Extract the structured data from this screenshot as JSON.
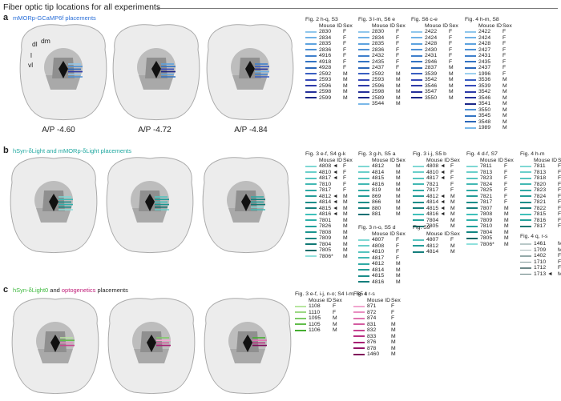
{
  "title": "Fiber optic tip locations for all experiments",
  "panels": [
    {
      "letter": "a",
      "title": "mMORp-GCaMP6f placements",
      "title_color": "#2a6fd8",
      "ap_labels": [
        "A/P -4.60",
        "A/P -4.72",
        "A/P -4.84"
      ],
      "region_labels": [
        "dl",
        "dm",
        "l",
        "vl"
      ],
      "tables": [
        {
          "title": "Fig. 2 h-q, S3",
          "cols": [
            "Mouse ID",
            "Sex"
          ],
          "rows": [
            {
              "id": "2830",
              "sex": "F",
              "c": "#8fc6ec"
            },
            {
              "id": "2834",
              "sex": "F",
              "c": "#6fb1e6"
            },
            {
              "id": "2835",
              "sex": "F",
              "c": "#5da2df"
            },
            {
              "id": "2836",
              "sex": "F",
              "c": "#4f92d6"
            },
            {
              "id": "4916",
              "sex": "F",
              "c": "#3f80cc"
            },
            {
              "id": "4918",
              "sex": "F",
              "c": "#3374c3"
            },
            {
              "id": "4928",
              "sex": "F",
              "c": "#2a66b8"
            },
            {
              "id": "2592",
              "sex": "M",
              "c": "#3a5fc2"
            },
            {
              "id": "2593",
              "sex": "M",
              "c": "#3649b8"
            },
            {
              "id": "2596",
              "sex": "M",
              "c": "#2d3aa8"
            },
            {
              "id": "2598",
              "sex": "M",
              "c": "#24309a"
            },
            {
              "id": "2599",
              "sex": "M",
              "c": "#1b2688"
            }
          ]
        },
        {
          "title": "Fig. 3 l-m, S6 e",
          "cols": [
            "Mouse ID",
            "Sex"
          ],
          "rows": [
            {
              "id": "2830",
              "sex": "F",
              "c": "#8fc6ec"
            },
            {
              "id": "2834",
              "sex": "F",
              "c": "#6fb1e6"
            },
            {
              "id": "2835",
              "sex": "F",
              "c": "#5da2df"
            },
            {
              "id": "2836",
              "sex": "F",
              "c": "#4f92d6"
            },
            {
              "id": "2432",
              "sex": "F",
              "c": "#3f80cc"
            },
            {
              "id": "2435",
              "sex": "F",
              "c": "#3374c3"
            },
            {
              "id": "2437",
              "sex": "F",
              "c": "#2a66b8"
            },
            {
              "id": "2592",
              "sex": "M",
              "c": "#3a5fc2"
            },
            {
              "id": "2593",
              "sex": "M",
              "c": "#3649b8"
            },
            {
              "id": "2596",
              "sex": "M",
              "c": "#2d3aa8"
            },
            {
              "id": "2598",
              "sex": "M",
              "c": "#24309a"
            },
            {
              "id": "2589",
              "sex": "M",
              "c": "#1b2688"
            },
            {
              "id": "3544",
              "sex": "M",
              "c": "#7ab8e8"
            }
          ]
        },
        {
          "title": "Fig. S6 c-e",
          "cols": [
            "Mouse ID",
            "Sex"
          ],
          "rows": [
            {
              "id": "2422",
              "sex": "F",
              "c": "#8fc6ec"
            },
            {
              "id": "2424",
              "sex": "F",
              "c": "#6fb1e6"
            },
            {
              "id": "2428",
              "sex": "F",
              "c": "#5da2df"
            },
            {
              "id": "2430",
              "sex": "F",
              "c": "#4f92d6"
            },
            {
              "id": "2431",
              "sex": "F",
              "c": "#3f80cc"
            },
            {
              "id": "2946",
              "sex": "F",
              "c": "#3374c3"
            },
            {
              "id": "2837",
              "sex": "M",
              "c": "#2a66b8"
            },
            {
              "id": "3539",
              "sex": "M",
              "c": "#3a5fc2"
            },
            {
              "id": "3542",
              "sex": "M",
              "c": "#3649b8"
            },
            {
              "id": "3546",
              "sex": "M",
              "c": "#2d3aa8"
            },
            {
              "id": "3547",
              "sex": "M",
              "c": "#24309a"
            },
            {
              "id": "3550",
              "sex": "M",
              "c": "#1b2688"
            }
          ]
        },
        {
          "title": "Fig. 4 h-m, S8",
          "cols": [
            "Mouse ID",
            "Sex"
          ],
          "rows": [
            {
              "id": "2422",
              "sex": "F",
              "c": "#8fc6ec"
            },
            {
              "id": "2424",
              "sex": "F",
              "c": "#6fb1e6"
            },
            {
              "id": "2428",
              "sex": "F",
              "c": "#5da2df"
            },
            {
              "id": "2427",
              "sex": "F",
              "c": "#4f92d6"
            },
            {
              "id": "2431",
              "sex": "F",
              "c": "#3f80cc"
            },
            {
              "id": "2435",
              "sex": "F",
              "c": "#3374c3"
            },
            {
              "id": "2437",
              "sex": "F",
              "c": "#2a66b8"
            },
            {
              "id": "1996",
              "sex": "F",
              "c": "#9dd0ef"
            },
            {
              "id": "3536",
              "sex": "M",
              "c": "#3a5fc2"
            },
            {
              "id": "3539",
              "sex": "M",
              "c": "#3649b8"
            },
            {
              "id": "3542",
              "sex": "M",
              "c": "#2d3aa8"
            },
            {
              "id": "3546",
              "sex": "M",
              "c": "#24309a"
            },
            {
              "id": "3541",
              "sex": "M",
              "c": "#1b2688"
            },
            {
              "id": "3550",
              "sex": "M",
              "c": "#4f92d6"
            },
            {
              "id": "3545",
              "sex": "M",
              "c": "#3374c3"
            },
            {
              "id": "3548",
              "sex": "M",
              "c": "#2a66b8"
            },
            {
              "id": "1989",
              "sex": "M",
              "c": "#7ab8e8"
            }
          ]
        }
      ]
    },
    {
      "letter": "b",
      "title": "hSyn-δLight and mMORp-δLight placements",
      "title_color": "#20a8a0",
      "tables": [
        {
          "title": "Fig. 3 e-f, S4 g-k",
          "cols": [
            "Mouse ID",
            "Sex"
          ],
          "rows": [
            {
              "id": "4808 ◄",
              "sex": "F",
              "c": "#7fd8d4"
            },
            {
              "id": "4810 ◄",
              "sex": "F",
              "c": "#6acfca"
            },
            {
              "id": "4817 ◄",
              "sex": "F",
              "c": "#55c4bf"
            },
            {
              "id": "7810",
              "sex": "F",
              "c": "#42b8b3"
            },
            {
              "id": "7817",
              "sex": "F",
              "c": "#30aaa5"
            },
            {
              "id": "4812 ◄",
              "sex": "M",
              "c": "#239c98"
            },
            {
              "id": "4814 ◄",
              "sex": "M",
              "c": "#1a8d8a"
            },
            {
              "id": "4815 ◄",
              "sex": "M",
              "c": "#157e7c"
            },
            {
              "id": "4816 ◄",
              "sex": "M",
              "c": "#3fc0ba"
            },
            {
              "id": "7801",
              "sex": "M",
              "c": "#2fb0aa"
            },
            {
              "id": "7826",
              "sex": "M",
              "c": "#22a29c"
            },
            {
              "id": "7808",
              "sex": "M",
              "c": "#1a948f"
            },
            {
              "id": "7809",
              "sex": "M",
              "c": "#128682"
            },
            {
              "id": "7804",
              "sex": "M",
              "c": "#0f7874"
            },
            {
              "id": "7805",
              "sex": "M",
              "c": "#0c6a67"
            },
            {
              "id": "7806*",
              "sex": "M",
              "c": "#8fe0dc"
            }
          ]
        },
        {
          "title": "Fig. 3 g-h, S5 a",
          "cols": [
            "Mouse ID",
            "Sex"
          ],
          "rows": [
            {
              "id": "4812",
              "sex": "M",
              "c": "#7fd8d4"
            },
            {
              "id": "4814",
              "sex": "M",
              "c": "#6acfca"
            },
            {
              "id": "4815",
              "sex": "M",
              "c": "#55c4bf"
            },
            {
              "id": "4816",
              "sex": "M",
              "c": "#42b8b3"
            },
            {
              "id": "819",
              "sex": "M",
              "c": "#30aaa5"
            },
            {
              "id": "869",
              "sex": "M",
              "c": "#239c98"
            },
            {
              "id": "866",
              "sex": "M",
              "c": "#1a8d8a"
            },
            {
              "id": "880",
              "sex": "M",
              "c": "#157e7c"
            },
            {
              "id": "881",
              "sex": "M",
              "c": "#0f7074"
            }
          ]
        },
        {
          "title": "Fig. 3 n-o, S5 d",
          "cols": [
            "Mouse ID",
            "Sex"
          ],
          "rows": [
            {
              "id": "4807",
              "sex": "F",
              "c": "#7fd8d4"
            },
            {
              "id": "4808",
              "sex": "F",
              "c": "#6acfca"
            },
            {
              "id": "4810",
              "sex": "F",
              "c": "#55c4bf"
            },
            {
              "id": "4817",
              "sex": "F",
              "c": "#42b8b3"
            },
            {
              "id": "4812",
              "sex": "M",
              "c": "#30aaa5"
            },
            {
              "id": "4814",
              "sex": "M",
              "c": "#239c98"
            },
            {
              "id": "4815",
              "sex": "M",
              "c": "#1a8d8a"
            },
            {
              "id": "4816",
              "sex": "M",
              "c": "#157e7c"
            }
          ]
        },
        {
          "title": "Fig. 3 i-j, S5 b",
          "cols": [
            "Mouse ID",
            "Sex"
          ],
          "rows": [
            {
              "id": "4808 ◄",
              "sex": "F",
              "c": "#7fd8d4"
            },
            {
              "id": "4810 ◄",
              "sex": "F",
              "c": "#6acfca"
            },
            {
              "id": "4817 ◄",
              "sex": "F",
              "c": "#55c4bf"
            },
            {
              "id": "7821",
              "sex": "F",
              "c": "#42b8b3"
            },
            {
              "id": "7817",
              "sex": "F",
              "c": "#30aaa5"
            },
            {
              "id": "4812 ◄",
              "sex": "M",
              "c": "#239c98"
            },
            {
              "id": "4814 ◄",
              "sex": "M",
              "c": "#1a8d8a"
            },
            {
              "id": "4815 ◄",
              "sex": "M",
              "c": "#157e7c"
            },
            {
              "id": "4816 ◄",
              "sex": "M",
              "c": "#3fc0ba"
            },
            {
              "id": "7804",
              "sex": "M",
              "c": "#22a29c"
            },
            {
              "id": "7805",
              "sex": "M",
              "c": "#0f7874"
            }
          ]
        },
        {
          "title": "Fig. S9",
          "cols": [
            "Mouse ID",
            "Sex"
          ],
          "rows": [
            {
              "id": "4807",
              "sex": "F",
              "c": "#55c4bf"
            },
            {
              "id": "4812",
              "sex": "M",
              "c": "#239c98"
            },
            {
              "id": "4814",
              "sex": "M",
              "c": "#157e7c"
            }
          ]
        },
        {
          "title": "Fig. 4 d-f, S7",
          "cols": [
            "Mouse ID",
            "Sex"
          ],
          "rows": [
            {
              "id": "7811",
              "sex": "F",
              "c": "#7fd8d4"
            },
            {
              "id": "7813",
              "sex": "F",
              "c": "#6acfca"
            },
            {
              "id": "7823",
              "sex": "F",
              "c": "#55c4bf"
            },
            {
              "id": "7824",
              "sex": "F",
              "c": "#42b8b3"
            },
            {
              "id": "7825",
              "sex": "F",
              "c": "#30aaa5"
            },
            {
              "id": "7821",
              "sex": "F",
              "c": "#239c98"
            },
            {
              "id": "7817",
              "sex": "F",
              "c": "#1a8d8a"
            },
            {
              "id": "7807",
              "sex": "M",
              "c": "#157e7c"
            },
            {
              "id": "7808",
              "sex": "M",
              "c": "#3fc0ba"
            },
            {
              "id": "7809",
              "sex": "M",
              "c": "#2fb0aa"
            },
            {
              "id": "7810",
              "sex": "M",
              "c": "#22a29c"
            },
            {
              "id": "7804",
              "sex": "M",
              "c": "#128682"
            },
            {
              "id": "7805",
              "sex": "M",
              "c": "#0c6a67"
            },
            {
              "id": "7806*",
              "sex": "M",
              "c": "#8fe0dc"
            }
          ]
        },
        {
          "title": "Fig. 4 h-m",
          "cols": [
            "Mouse ID",
            "Sex"
          ],
          "rows": [
            {
              "id": "7811",
              "sex": "F",
              "c": "#7fd8d4"
            },
            {
              "id": "7813",
              "sex": "F",
              "c": "#6acfca"
            },
            {
              "id": "7818",
              "sex": "F",
              "c": "#55c4bf"
            },
            {
              "id": "7820",
              "sex": "F",
              "c": "#42b8b3"
            },
            {
              "id": "7823",
              "sex": "F",
              "c": "#30aaa5"
            },
            {
              "id": "7824",
              "sex": "F",
              "c": "#239c98"
            },
            {
              "id": "7821",
              "sex": "F",
              "c": "#1a8d8a"
            },
            {
              "id": "7822",
              "sex": "F",
              "c": "#157e7c"
            },
            {
              "id": "7815",
              "sex": "F",
              "c": "#3fc0ba"
            },
            {
              "id": "7816",
              "sex": "F",
              "c": "#22a29c"
            },
            {
              "id": "7817",
              "sex": "F",
              "c": "#0f7874"
            }
          ]
        },
        {
          "title": "Fig. 4 q, r-s",
          "cols": [
            "",
            ""
          ],
          "rows": [
            {
              "id": "1461",
              "sex": "M",
              "c": "#b9c8c8"
            },
            {
              "id": "1709",
              "sex": "M",
              "c": "#a6b8b8"
            },
            {
              "id": "1402",
              "sex": "F",
              "c": "#93a8a8"
            },
            {
              "id": "1710",
              "sex": "F",
              "c": "#809898"
            },
            {
              "id": "1712",
              "sex": "F",
              "c": "#6e8888"
            },
            {
              "id": "1713 ◄",
              "sex": "M",
              "c": "#5c7878"
            }
          ]
        }
      ]
    },
    {
      "letter": "c",
      "title_parts": [
        {
          "text": "hSyn-δLight0",
          "color": "#3cb83c"
        },
        {
          "text": " and ",
          "color": "#222"
        },
        {
          "text": "optogenetics",
          "color": "#c0207a"
        },
        {
          "text": " placements",
          "color": "#222"
        }
      ],
      "tables": [
        {
          "title": "Fig. 3 e-f, i-j, n-o; S4 l-m; S5 c",
          "cols": [
            "Mouse ID",
            "Sex"
          ],
          "rows": [
            {
              "id": "1108",
              "sex": "F",
              "c": "#b8e6a0"
            },
            {
              "id": "1110",
              "sex": "F",
              "c": "#9cd884"
            },
            {
              "id": "1095",
              "sex": "M",
              "c": "#7fcb67"
            },
            {
              "id": "1105",
              "sex": "M",
              "c": "#62bd4b"
            },
            {
              "id": "1106",
              "sex": "M",
              "c": "#45ae30"
            }
          ]
        },
        {
          "title": "Fig. 4 r-s",
          "cols": [
            "Mouse ID",
            "Sex"
          ],
          "rows": [
            {
              "id": "871",
              "sex": "F",
              "c": "#f2a6cf"
            },
            {
              "id": "872",
              "sex": "F",
              "c": "#e98dc0"
            },
            {
              "id": "874",
              "sex": "F",
              "c": "#df74b0"
            },
            {
              "id": "831",
              "sex": "M",
              "c": "#d45ca0"
            },
            {
              "id": "832",
              "sex": "M",
              "c": "#c84591"
            },
            {
              "id": "833",
              "sex": "M",
              "c": "#b93082"
            },
            {
              "id": "876",
              "sex": "M",
              "c": "#a82074"
            },
            {
              "id": "878",
              "sex": "M",
              "c": "#941466"
            },
            {
              "id": "1460",
              "sex": "M",
              "c": "#800c5a"
            }
          ]
        }
      ]
    }
  ]
}
